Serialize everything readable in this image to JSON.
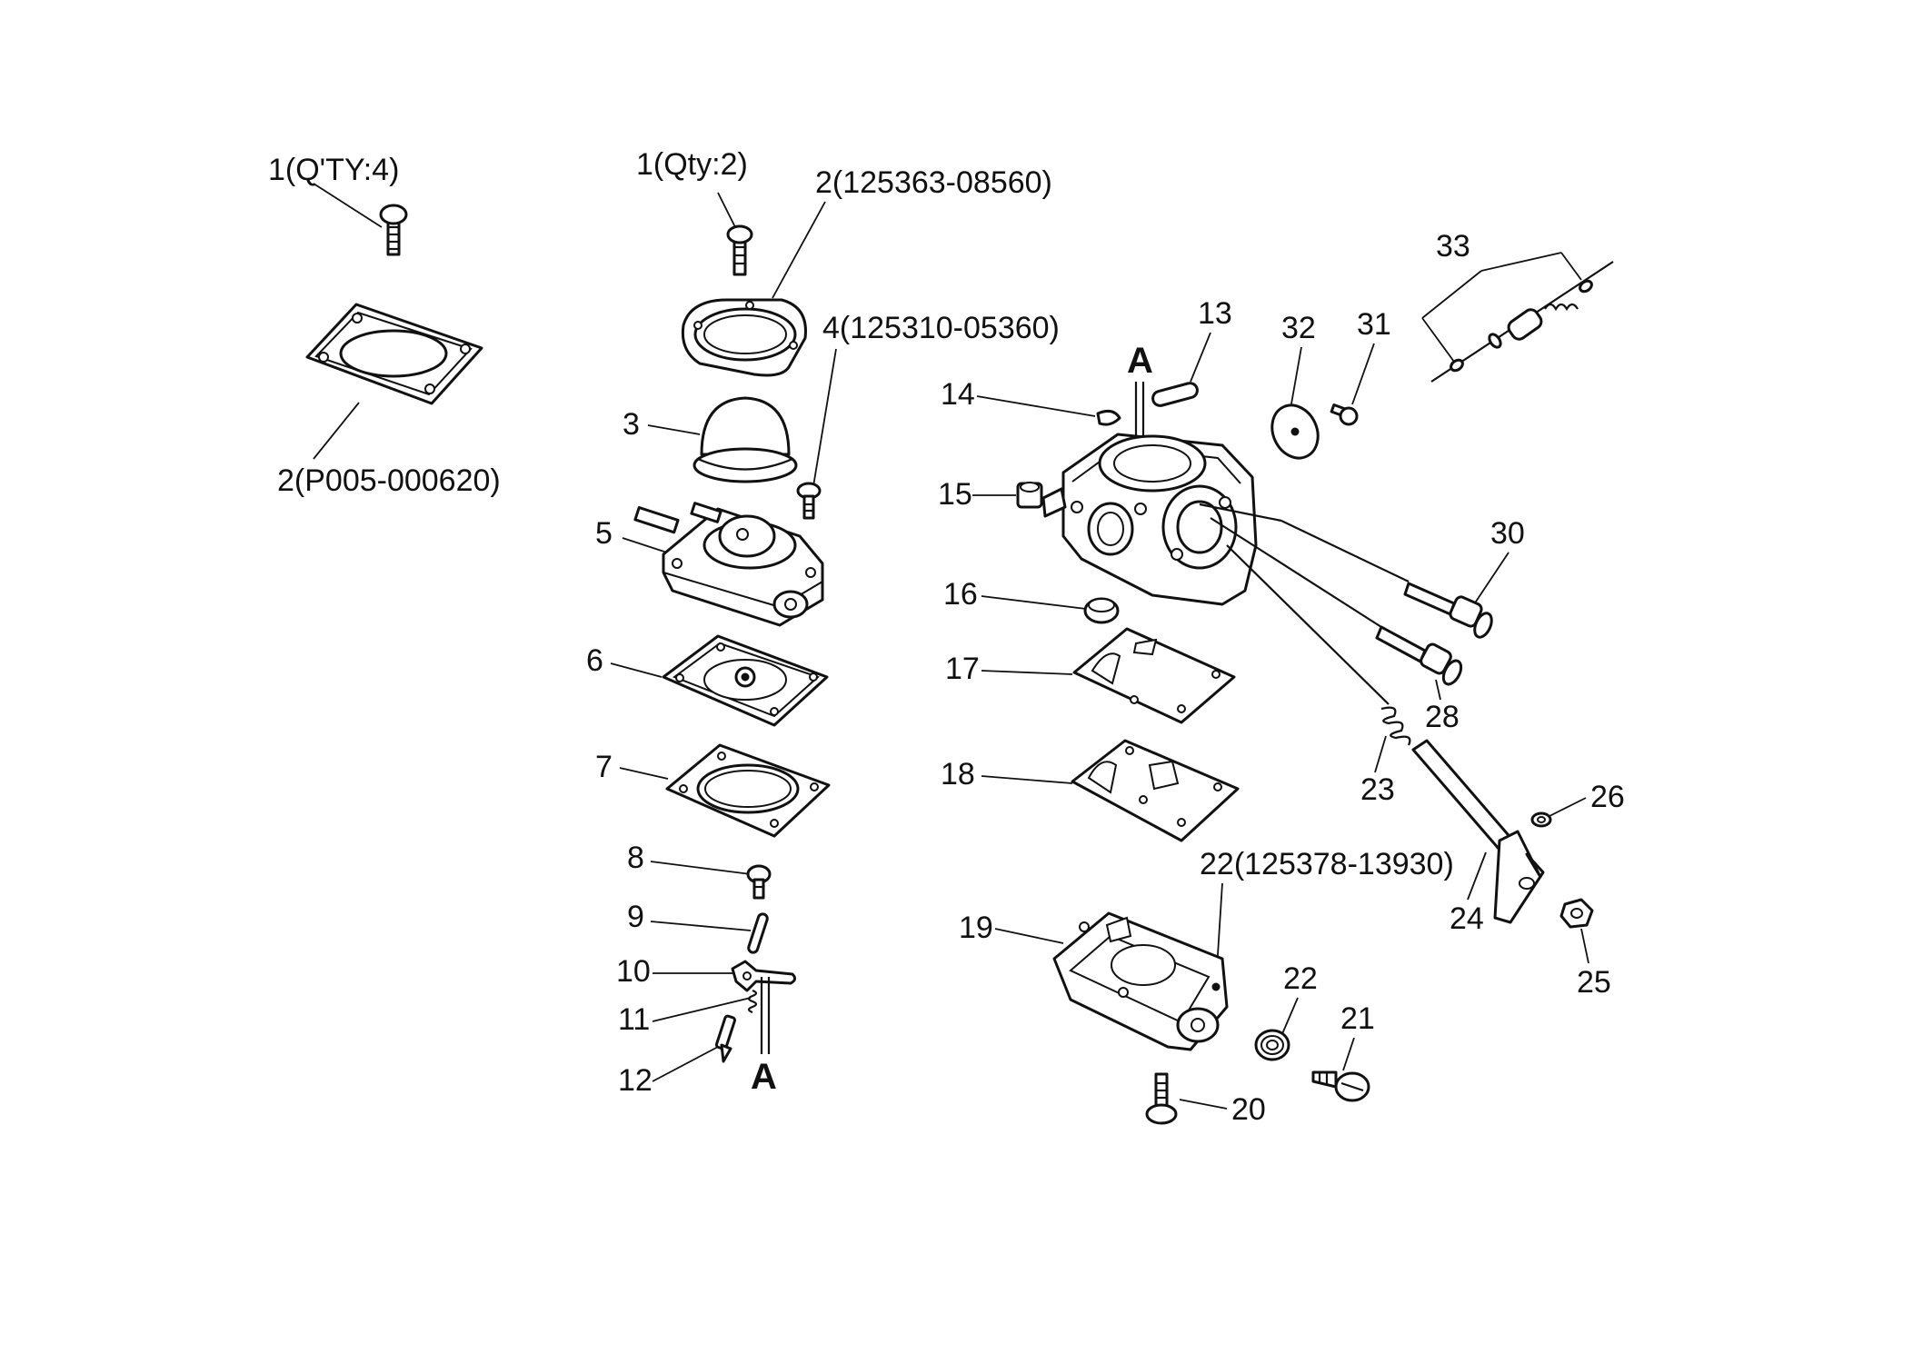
{
  "labels": {
    "left_screw": "1(Q'TY:4)",
    "left_gasket": "2(P005-000620)",
    "pump_screw": "1(Qty:2)",
    "pump_cover": "2(125363-08560)",
    "primer_bulb": "3",
    "pump_screw_small": "4(125310-05360)",
    "pump_body": "5",
    "pump_diaphragm": "6",
    "pump_gasket": "7",
    "lever_screw": "8",
    "lever_pin": "9",
    "metering_lever": "10",
    "lever_spring": "11",
    "inlet_needle": "12",
    "ref_a_top": "A",
    "ref_a_bottom": "A",
    "plug_13": "13",
    "clip_14": "14",
    "fitting_15": "15",
    "cap_16": "16",
    "diaphragm_17": "17",
    "gasket_18": "18",
    "cover_19": "19",
    "screw_20": "20",
    "screw_21": "21",
    "spring_22": "22",
    "part_22_number": "22(125378-13930)",
    "spring_23": "23",
    "throttle_shaft_24": "24",
    "nut_25": "25",
    "washer_26": "26",
    "needle_28": "28",
    "needle_30": "30",
    "screw_31": "31",
    "valve_32": "32",
    "assembly_33": "33"
  }
}
